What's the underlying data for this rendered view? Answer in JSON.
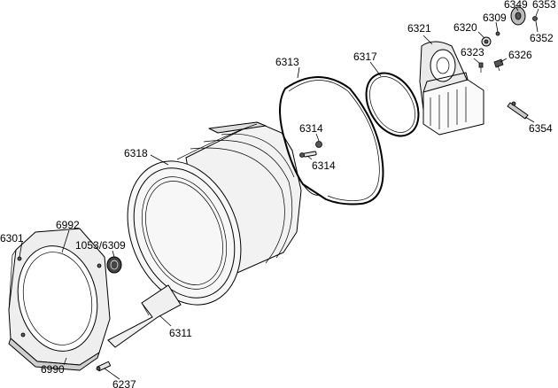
{
  "parts": [
    {
      "id": "p6349",
      "label": "6349"
    },
    {
      "id": "p6353",
      "label": "6353"
    },
    {
      "id": "p6309a",
      "label": "6309"
    },
    {
      "id": "p6320",
      "label": "6320"
    },
    {
      "id": "p6352",
      "label": "6352"
    },
    {
      "id": "p6321",
      "label": "6321"
    },
    {
      "id": "p6313",
      "label": "6313"
    },
    {
      "id": "p6317",
      "label": "6317"
    },
    {
      "id": "p6323",
      "label": "6323"
    },
    {
      "id": "p6326",
      "label": "6326"
    },
    {
      "id": "p6354",
      "label": "6354"
    },
    {
      "id": "p6314a",
      "label": "6314"
    },
    {
      "id": "p6314b",
      "label": "6314"
    },
    {
      "id": "p6318",
      "label": "6318"
    },
    {
      "id": "p6992",
      "label": "6992"
    },
    {
      "id": "p6301",
      "label": "6301"
    },
    {
      "id": "p1053",
      "label": "1053/6309"
    },
    {
      "id": "p6311",
      "label": "6311"
    },
    {
      "id": "p6990",
      "label": "6990"
    },
    {
      "id": "p6237",
      "label": "6237"
    }
  ]
}
